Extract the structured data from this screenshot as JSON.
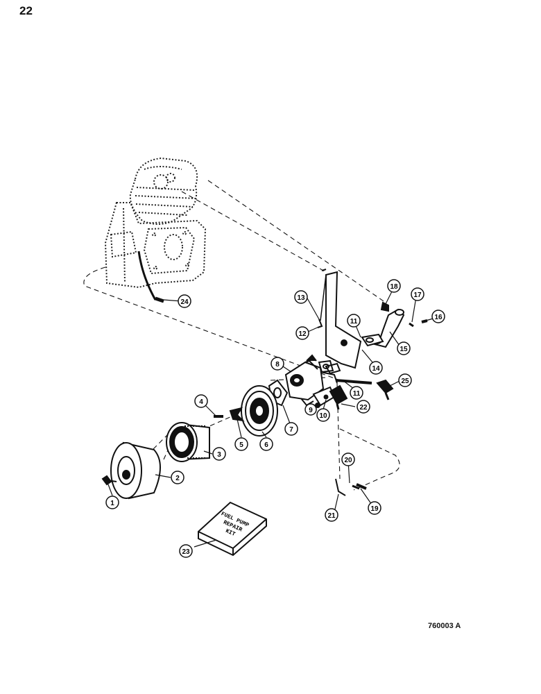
{
  "page": {
    "number": "22",
    "figure_code": "760003 A"
  },
  "kit": {
    "line1": "FUEL PUMP",
    "line2": "REPAIR",
    "line3": "KIT"
  },
  "callouts": [
    {
      "label": "1",
      "part": "wing-nut"
    },
    {
      "label": "2",
      "part": "air-cleaner-housing"
    },
    {
      "label": "3",
      "part": "filter-element"
    },
    {
      "label": "4",
      "part": "screw"
    },
    {
      "label": "5",
      "part": "clip"
    },
    {
      "label": "6",
      "part": "air-cleaner-base"
    },
    {
      "label": "7",
      "part": "gasket"
    },
    {
      "label": "8",
      "part": "fuel-pump-carburetor"
    },
    {
      "label": "9",
      "part": "fitting"
    },
    {
      "label": "10",
      "part": "fitting"
    },
    {
      "label": "11",
      "part": "gasket"
    },
    {
      "label": "11",
      "part": "gasket"
    },
    {
      "label": "12",
      "part": "bracket"
    },
    {
      "label": "13",
      "part": "screw"
    },
    {
      "label": "14",
      "part": "gasket"
    },
    {
      "label": "15",
      "part": "intake-elbow"
    },
    {
      "label": "16",
      "part": "screw"
    },
    {
      "label": "17",
      "part": "lock-washer"
    },
    {
      "label": "18",
      "part": "nut"
    },
    {
      "label": "19",
      "part": "screw"
    },
    {
      "label": "20",
      "part": "washer"
    },
    {
      "label": "21",
      "part": "governor-link"
    },
    {
      "label": "22",
      "part": "fuel-pump"
    },
    {
      "label": "23",
      "part": "repair-kit"
    },
    {
      "label": "24",
      "part": "fitting"
    },
    {
      "label": "25",
      "part": "elbow-fitting"
    }
  ]
}
